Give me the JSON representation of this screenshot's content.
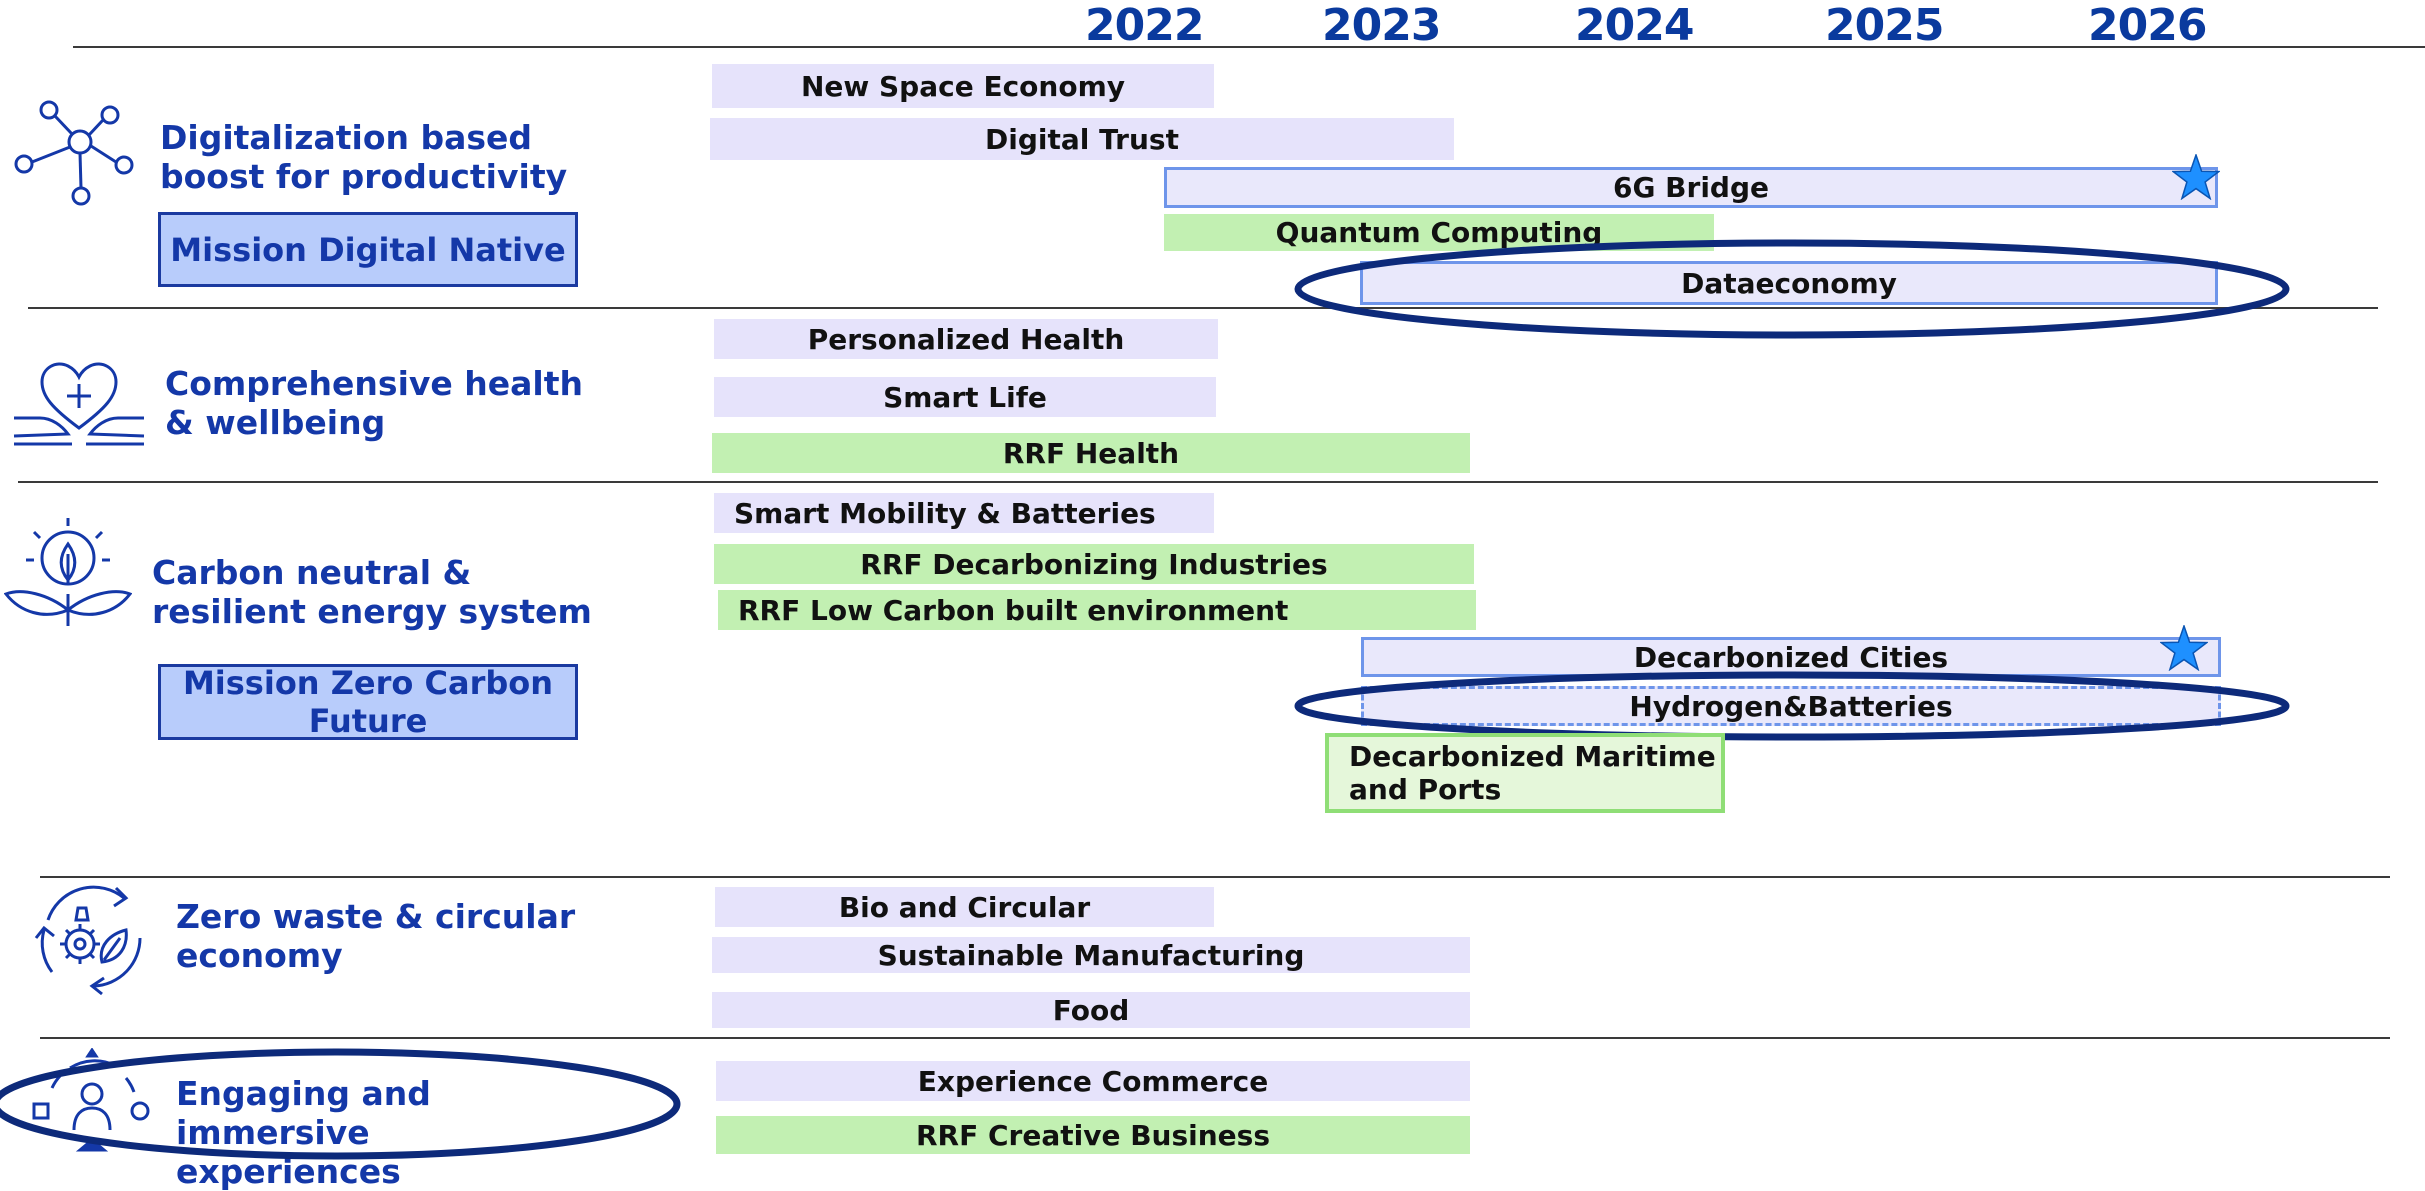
{
  "years": [
    "2022",
    "2023",
    "2024",
    "2025",
    "2026"
  ],
  "themes": {
    "digital": "Digitalization based boost for productivity",
    "health": "Comprehensive health & wellbeing",
    "carbon": "Carbon neutral & resilient energy system",
    "waste": "Zero waste & circular economy",
    "engaging": "Engaging and immersive experiences"
  },
  "missions": {
    "digital_native": "Mission Digital Native",
    "zero_carbon": "Mission Zero Carbon Future"
  },
  "programs": {
    "new_space": "New Space Economy",
    "digital_trust": "Digital Trust",
    "g6_bridge": "6G Bridge",
    "quantum": "Quantum Computing",
    "dataeconomy": "Dataeconomy",
    "personalized_health": "Personalized Health",
    "smart_life": "Smart Life",
    "rrf_health": "RRF Health",
    "smart_mobility": "Smart Mobility & Batteries",
    "rrf_decarb_ind": "RRF Decarbonizing Industries",
    "rrf_low_carbon": "RRF Low Carbon built environment",
    "decarb_cities": "Decarbonized Cities",
    "hydrogen": "Hydrogen&Batteries",
    "decarb_maritime": "Decarbonized Maritime and Ports",
    "bio_circular": "Bio and Circular",
    "sustainable_mfg": "Sustainable Manufacturing",
    "food": "Food",
    "experience_commerce": "Experience Commerce",
    "rrf_creative": "RRF Creative Business"
  },
  "colors": {
    "theme_text": "#1438a8",
    "mission_fill": "#b8ccfb",
    "program_lavender": "#e6e3fb",
    "program_green": "#c2f0b2",
    "highlight_ellipse": "#0d2a7a",
    "star": "#1e90ff"
  },
  "icons": {
    "digital": "network-icon",
    "health": "heart-hands-icon",
    "carbon": "leaf-bulb-icon",
    "waste": "recycle-gear-icon",
    "engaging": "people-cycle-icon",
    "highlight": "star-icon"
  }
}
